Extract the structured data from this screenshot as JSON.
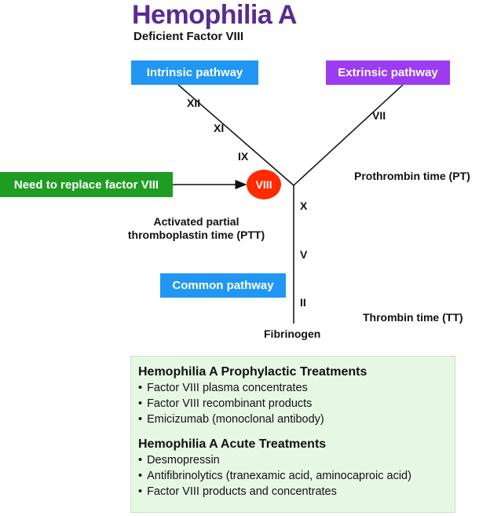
{
  "header": {
    "title": "Hemophilia A",
    "subtitle": "Deficient Factor VIII"
  },
  "pathways": {
    "intrinsic": "Intrinsic pathway",
    "extrinsic": "Extrinsic pathway",
    "common": "Common pathway",
    "replace": "Need to replace factor VIII"
  },
  "factors": {
    "xii": "XII",
    "xi": "XI",
    "ix": "IX",
    "viii": "VIII",
    "vii": "VII",
    "x": "X",
    "v": "V",
    "ii": "II",
    "fibrinogen": "Fibrinogen"
  },
  "tests": {
    "pt": "Prothrombin time (PT)",
    "ptt_line1": "Activated partial",
    "ptt_line2": "thromboplastin time (PTT)",
    "tt": "Thrombin time (TT)"
  },
  "treatments": {
    "prophylactic_title": "Hemophilia A Prophylactic Treatments",
    "prophylactic": [
      "Factor VIII plasma concentrates",
      "Factor VIII recombinant products",
      "Emicizumab (monoclonal antibody)"
    ],
    "acute_title": "Hemophilia A Acute Treatments",
    "acute": [
      "Desmopressin",
      "Antifibrinolytics (tranexamic acid, aminocaproic acid)",
      "Factor VIII products and concentrates"
    ]
  },
  "colors": {
    "title": "#5b2a91",
    "intrinsic_box": "#2196f3",
    "extrinsic_box": "#9c3cf0",
    "replace_box": "#1f9d23",
    "factor_viii_circle": "#ff2a00",
    "panel_bg": "#e6f8e4"
  }
}
